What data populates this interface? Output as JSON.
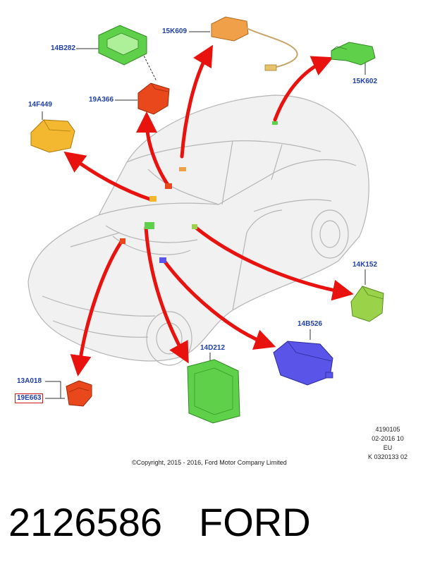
{
  "labels": {
    "p14B282": "14B282",
    "p15K609": "15K609",
    "p15K602": "15K602",
    "p19A366": "19A366",
    "p14F449": "14F449",
    "p14K152": "14K152",
    "p14B526": "14B526",
    "p14D212": "14D212",
    "p13A018": "13A018",
    "p19E663": "19E663"
  },
  "stamp": [
    "4190105",
    "02-2016 10",
    "EU",
    "K 0320133 02"
  ],
  "copyright": "©Copyright, 2015 - 2016, Ford Motor Company Limited",
  "footer": {
    "part_number": "2126586",
    "brand": "FORD"
  },
  "colors": {
    "arrow": "#e8120f",
    "label_text": "#1f3fa8",
    "module_green": "#5fd04a",
    "module_lime": "#9ad24a",
    "module_orange": "#f0a048",
    "module_red": "#e8481c",
    "module_yellow": "#f4b830",
    "module_blue": "#5a55e8"
  }
}
